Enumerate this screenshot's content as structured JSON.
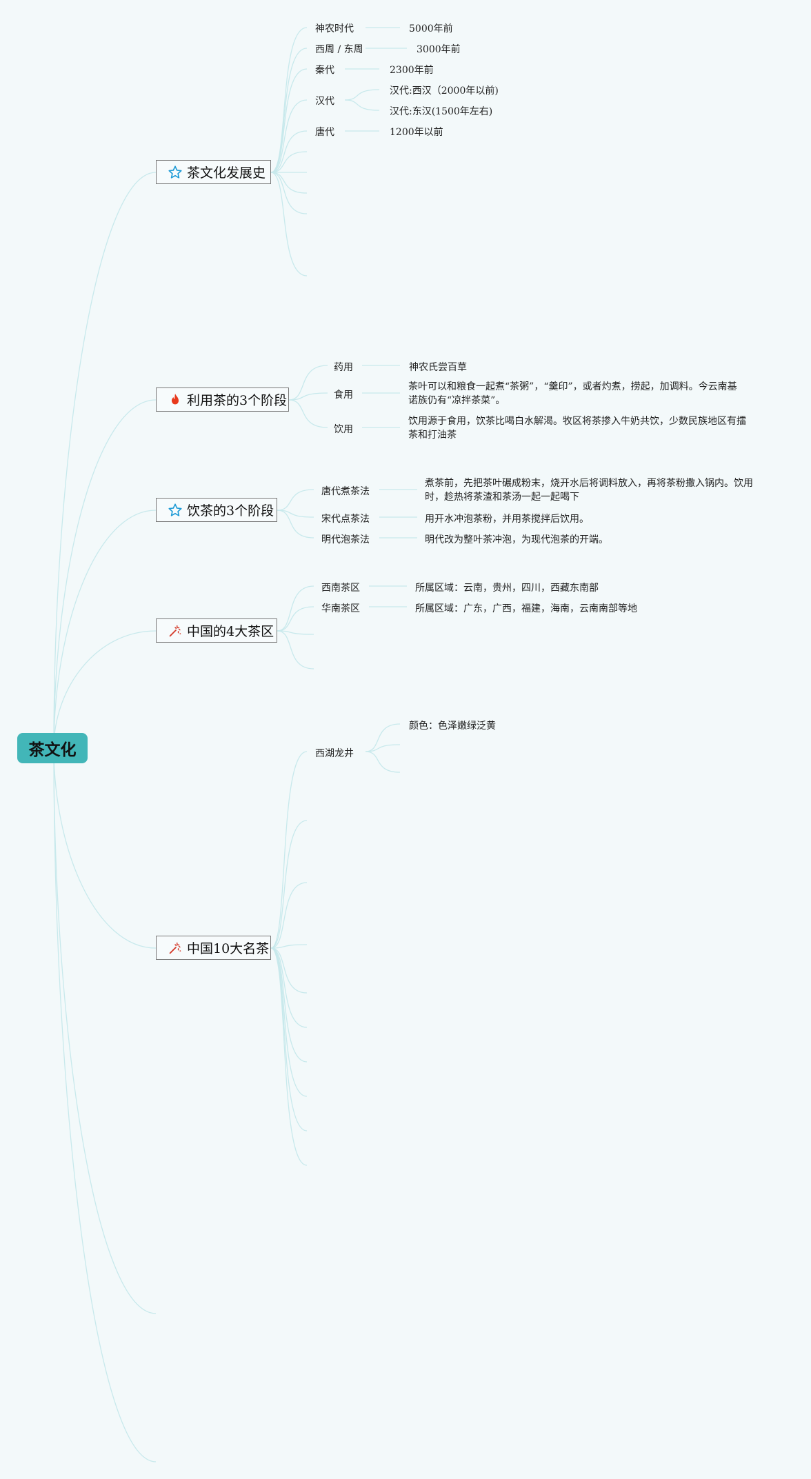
{
  "root": {
    "label": "茶文化"
  },
  "branches": {
    "history": {
      "label": "茶文化发展史",
      "icon": "star-outline-icon",
      "items": [
        {
          "era": "神农时代",
          "value": "5000年前"
        },
        {
          "era": "西周 / 东周",
          "value": "3000年前"
        },
        {
          "era": "秦代",
          "value": "2300年前"
        },
        {
          "era": "汉代",
          "values": [
            "汉代:西汉（2000年以前)",
            "汉代:东汉(1500年左右)"
          ]
        },
        {
          "era": "唐代",
          "value": "1200年以前"
        }
      ]
    },
    "usage": {
      "label": "利用茶的3个阶段",
      "icon": "fire-icon",
      "items": [
        {
          "name": "药用",
          "desc": "神农氏尝百草"
        },
        {
          "name": "食用",
          "desc": "茶叶可以和粮食一起煮“茶粥”，“羹印”，或者灼煮，捞起，加调料。今云南基诺族仍有“凉拌茶菜”。"
        },
        {
          "name": "饮用",
          "desc": "饮用源于食用，饮茶比喝白水解渴。牧区将茶掺入牛奶共饮，少数民族地区有擂茶和打油茶"
        }
      ]
    },
    "drinking": {
      "label": "饮茶的3个阶段",
      "icon": "star-outline-icon",
      "items": [
        {
          "name": "唐代煮茶法",
          "desc": "煮茶前，先把茶叶碾成粉末，烧开水后将调料放入，再将茶粉撒入锅内。饮用时，趁热将茶渣和茶汤一起一起喝下"
        },
        {
          "name": "宋代点茶法",
          "desc": "用开水冲泡茶粉，并用茶搅拌后饮用。"
        },
        {
          "name": "明代泡茶法",
          "desc": "明代改为整叶茶冲泡，为现代泡茶的开端。"
        }
      ]
    },
    "regions": {
      "label": "中国的4大茶区",
      "icon": "magic-wand-icon",
      "items": [
        {
          "name": "西南茶区",
          "desc": "所属区域：云南，贵州，四川，西藏东南部"
        },
        {
          "name": "华南茶区",
          "desc": "所属区域：广东，广西，福建，海南，云南南部等地"
        }
      ]
    },
    "famous": {
      "label": "中国10大名茶",
      "icon": "magic-wand-icon",
      "items": [
        {
          "name": "西湖龙井",
          "desc": "颜色：色泽嫩绿泛黄"
        }
      ]
    }
  },
  "colors": {
    "background": "#f3f9fa",
    "root": "#42b6b8",
    "link": "#c8e9ec",
    "star_icon": "#1c9ad6",
    "fire_icon": "#e8391c",
    "wand_icon": "#d43b2b"
  }
}
